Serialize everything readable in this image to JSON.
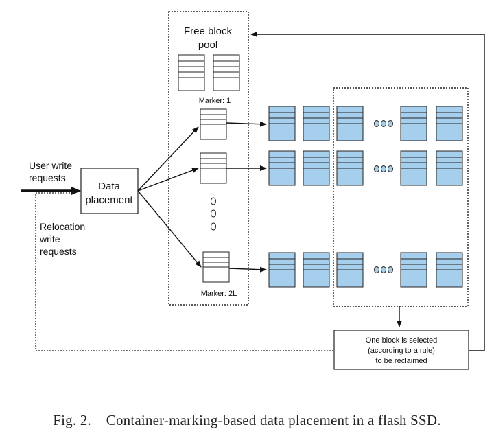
{
  "diagram": {
    "pool_title_line1": "Free block",
    "pool_title_line2": "pool",
    "marker_first": "Marker: 1",
    "marker_last": "Marker: 2L",
    "input_label_line1": "User write",
    "input_label_line2": "requests",
    "relocation_label_line1": "Relocation",
    "relocation_label_line2": "write",
    "relocation_label_line3": "requests",
    "placement_line1": "Data",
    "placement_line2": "placement",
    "selection_line1": "One block is selected",
    "selection_line2": "(according to a rule)",
    "selection_line3": "to be reclaimed",
    "colors": {
      "block_fill": "#a6cfee",
      "block_stroke": "#222222",
      "line": "#111111"
    }
  },
  "caption": {
    "label": "Fig. 2.",
    "text": "Container-marking-based data placement in a flash SSD."
  }
}
